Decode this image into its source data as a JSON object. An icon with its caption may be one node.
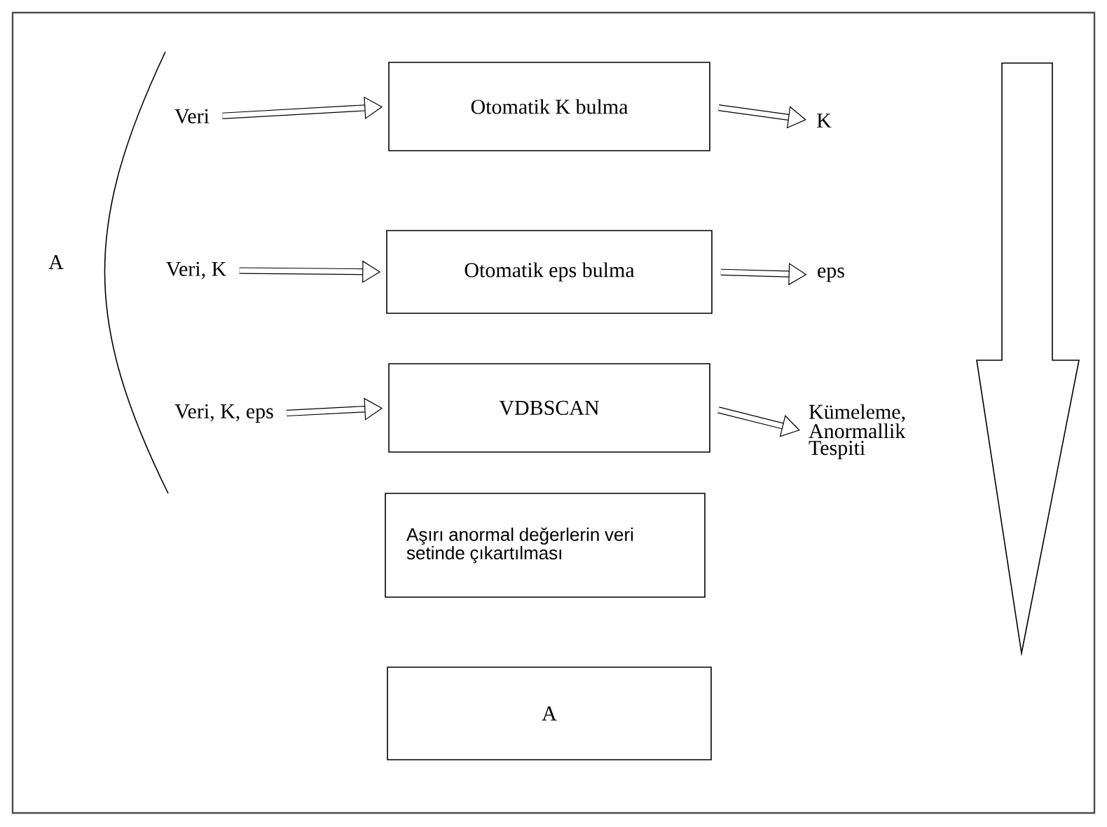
{
  "diagram": {
    "nodes": [
      {
        "text": [
          "A"
        ]
      },
      {
        "text": [
          "Veri"
        ]
      },
      {
        "text": [
          "Otomatik K bulma"
        ]
      },
      {
        "text": [
          "K"
        ]
      },
      {
        "text": [
          "Veri, K"
        ]
      },
      {
        "text": [
          "Otomatik eps bulma"
        ]
      },
      {
        "text": [
          "eps"
        ]
      },
      {
        "text": [
          "Veri, K, eps"
        ]
      },
      {
        "text": [
          "VDBSCAN"
        ]
      },
      {
        "text": [
          "Kümeleme, Anormallik Tespiti"
        ]
      },
      {
        "text": [
          "Aşırı anormal değerlerin veri setinde çıkartılması"
        ]
      },
      {
        "text": [
          "A"
        ]
      }
    ],
    "edges": [
      {
        "from": 1,
        "to": 2,
        "arrow": "to"
      },
      {
        "from": 2,
        "to": 3,
        "arrow": "to"
      },
      {
        "from": 4,
        "to": 5,
        "arrow": "to"
      },
      {
        "from": 5,
        "to": 6,
        "arrow": "to"
      },
      {
        "from": 7,
        "to": 8,
        "arrow": "to"
      },
      {
        "from": 8,
        "to": 9,
        "arrow": "to"
      }
    ]
  }
}
